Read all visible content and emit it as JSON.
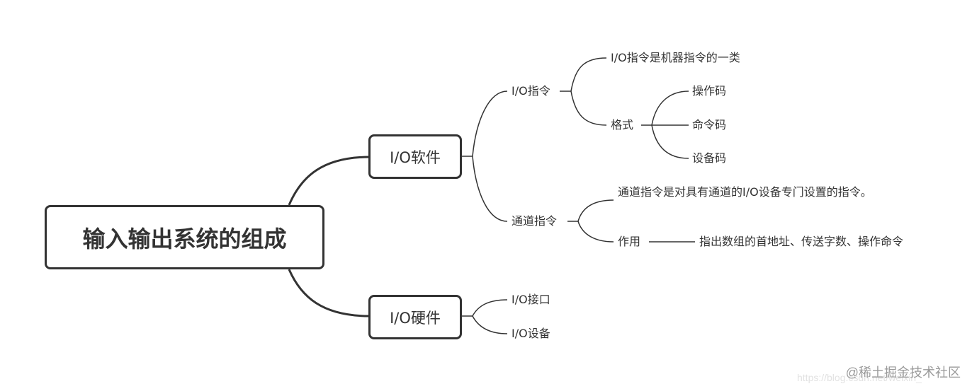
{
  "root": {
    "label": "输入输出系统的组成"
  },
  "branches": {
    "software": {
      "label": "I/O软件",
      "io_instruction": {
        "label": "I/O指令",
        "note": "I/O指令是机器指令的一类",
        "format": {
          "label": "格式",
          "items": [
            "操作码",
            "命令码",
            "设备码"
          ]
        }
      },
      "channel_instruction": {
        "label": "通道指令",
        "note": "通道指令是对具有通道的I/O设备专门设置的指令。",
        "effect": {
          "label": "作用",
          "detail": "指出数组的首地址、传送字数、操作命令"
        }
      }
    },
    "hardware": {
      "label": "I/O硬件",
      "items": [
        "I/O接口",
        "I/O设备"
      ]
    }
  },
  "watermark": {
    "text": "@稀土掘金技术社区",
    "url": "https://blog.csdn.net/weixin_"
  },
  "colors": {
    "line": "#333333",
    "text": "#333333",
    "background": "#ffffff"
  }
}
